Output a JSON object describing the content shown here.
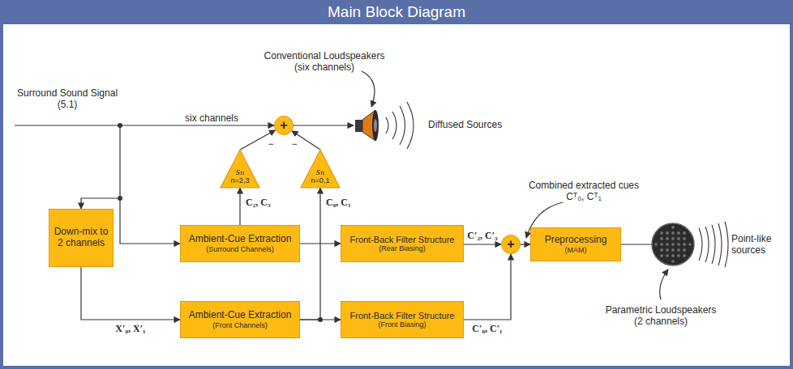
{
  "diagram": {
    "title": "Main Block Diagram",
    "nodes": [
      {
        "text": [
          "+"
        ]
      },
      {
        "text": [
          "sₙ",
          "n=2,3"
        ]
      },
      {
        "text": [
          "sₙ",
          "n=0,1"
        ]
      },
      {
        "text": [
          "Ambient-Cue Extraction",
          "(Surround Channels)"
        ]
      },
      {
        "text": [
          "Front-Back Filter Structure",
          "(Rear Biasing)"
        ]
      },
      {
        "text": [
          "+"
        ]
      },
      {
        "text": [
          "Preprocessing",
          "(MAM)"
        ]
      },
      {
        "text": [
          "Down-mix to 2 channels"
        ]
      },
      {
        "text": [
          "Ambient-Cue Extraction",
          "(Front Channels)"
        ]
      },
      {
        "text": [
          "Front-Back Filter Structure",
          "(Front Biasing)"
        ]
      }
    ],
    "edges": [
      {
        "from": 7,
        "to": 8,
        "arrow": "to",
        "label": "X′₀, X′₁"
      },
      {
        "from": 3,
        "to": 4,
        "arrow": "to"
      },
      {
        "from": 8,
        "to": 9,
        "arrow": "to"
      },
      {
        "from": 3,
        "to": 1,
        "arrow": "to",
        "label": "C₂, C₃"
      },
      {
        "from": 8,
        "to": 2,
        "arrow": "to",
        "label": "C₀, C₁"
      },
      {
        "from": 1,
        "to": 0,
        "arrow": "to"
      },
      {
        "from": 2,
        "to": 0,
        "arrow": "to"
      },
      {
        "from": 4,
        "to": 5,
        "arrow": "to",
        "label": "C′₂, C′₃"
      },
      {
        "from": 9,
        "to": 5,
        "arrow": "to",
        "label": "C′₀, C′₁"
      },
      {
        "from": 5,
        "to": 6,
        "arrow": "to"
      }
    ],
    "labels": [
      "Surround Sound Signal (5.1)",
      "six channels",
      "Conventional Loudspeakers (six channels)",
      "Diffused Sources",
      "−",
      "−",
      "Combined extracted cues Cᵀ₀, Cᵀ₁",
      "Point-like sources",
      "Parametric Loudspeakers (2 channels)"
    ]
  }
}
